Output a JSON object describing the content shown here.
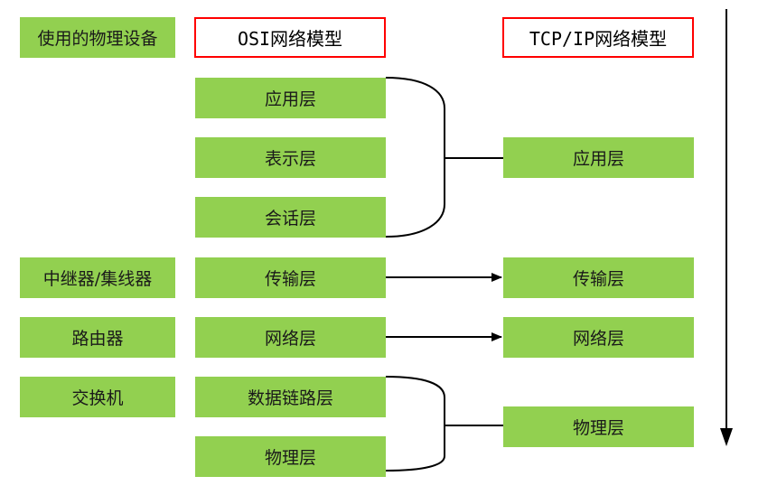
{
  "colors": {
    "green": "#92d050",
    "header_border": "#ff0000",
    "line": "#000000"
  },
  "headers": {
    "devices": "使用的物理设备",
    "osi": "OSI网络模型",
    "tcpip": "TCP/IP网络模型"
  },
  "osi_layers": [
    "应用层",
    "表示层",
    "会话层",
    "传输层",
    "网络层",
    "数据链路层",
    "物理层"
  ],
  "devices": [
    "中继器/集线器",
    "路由器",
    "交换机"
  ],
  "tcpip_layers": [
    "应用层",
    "传输层",
    "网络层",
    "物理层"
  ]
}
